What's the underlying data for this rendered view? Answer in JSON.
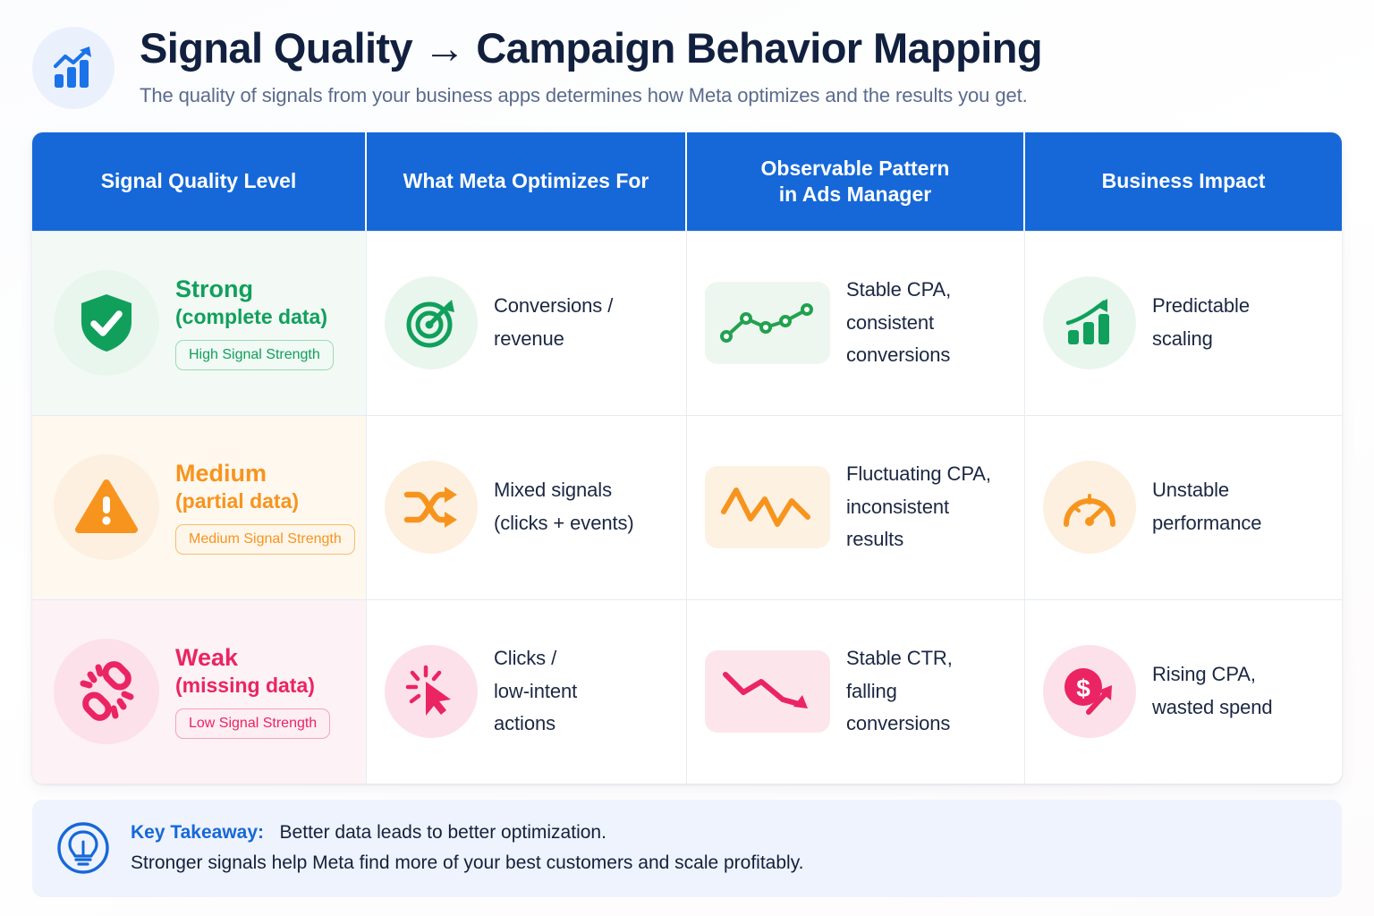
{
  "header": {
    "logo_icon": "bar-chart-growth-icon",
    "title": "Signal Quality → Campaign Behavior Mapping",
    "subtitle": "The quality of signals from your business apps determines how Meta optimizes and the results you get."
  },
  "table": {
    "columns": [
      "Signal Quality Level",
      "What Meta Optimizes For",
      "Observable Pattern\nin Ads Manager",
      "Business Impact"
    ],
    "columns_display": {
      "c0": "Signal Quality Level",
      "c1": "What Meta Optimizes For",
      "c2_line1": "Observable Pattern",
      "c2_line2": "in Ads Manager",
      "c3": "Business Impact"
    },
    "rows": [
      {
        "level_name": "Strong",
        "level_sub": "(complete data)",
        "chip": "High Signal Strength",
        "level_icon": "shield-check-icon",
        "optimizes_icon": "target-bullseye-icon",
        "optimizes_text": "Conversions /\nrevenue",
        "optimizes_line1": "Conversions /",
        "optimizes_line2": "revenue",
        "pattern_icon": "line-chart-stable-icon",
        "pattern_line1": "Stable CPA,",
        "pattern_line2": "consistent",
        "pattern_line3": "conversions",
        "impact_icon": "growth-bars-arrow-up-icon",
        "impact_line1": "Predictable",
        "impact_line2": "scaling",
        "accent": "#10a05c"
      },
      {
        "level_name": "Medium",
        "level_sub": "(partial data)",
        "chip": "Medium Signal Strength",
        "level_icon": "warning-triangle-icon",
        "optimizes_icon": "shuffle-arrows-icon",
        "optimizes_line1": "Mixed signals",
        "optimizes_line2": "(clicks + events)",
        "pattern_icon": "zigzag-volatile-chart-icon",
        "pattern_line1": "Fluctuating CPA,",
        "pattern_line2": "inconsistent",
        "pattern_line3": "results",
        "impact_icon": "gauge-speedometer-icon",
        "impact_line1": "Unstable",
        "impact_line2": "performance",
        "accent": "#f7941e"
      },
      {
        "level_name": "Weak",
        "level_sub": "(missing data)",
        "chip": "Low Signal Strength",
        "level_icon": "broken-chain-link-icon",
        "optimizes_icon": "cursor-click-icon",
        "optimizes_line1": "Clicks /",
        "optimizes_line2": "low-intent",
        "optimizes_line3": "actions",
        "pattern_icon": "declining-arrow-chart-icon",
        "pattern_line1": "Stable CTR,",
        "pattern_line2": "falling",
        "pattern_line3": "conversions",
        "impact_icon": "dollar-coin-rising-arrow-icon",
        "impact_line1": "Rising CPA,",
        "impact_line2": "wasted spend",
        "accent": "#eb2463"
      }
    ]
  },
  "takeaway": {
    "icon": "lightbulb-icon",
    "label": "Key Takeaway:",
    "line1": "Better data leads to better optimization.",
    "line2": "Stronger signals help Meta find more of your best customers and scale profitably."
  },
  "colors": {
    "header_blue": "#1668d8",
    "title_navy": "#12203f",
    "green": "#10a05c",
    "orange": "#f7941e",
    "pink": "#eb2463",
    "takeaway_bg": "#eef3fd"
  }
}
